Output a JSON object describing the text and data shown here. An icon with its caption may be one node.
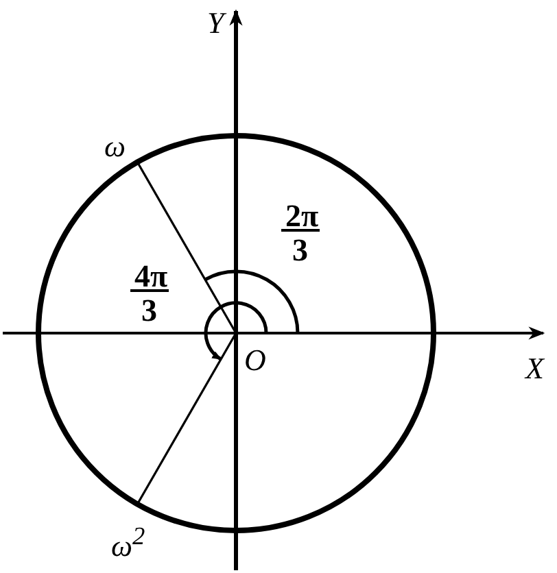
{
  "diagram": {
    "labels": [
      "Y",
      "ω",
      "2π",
      "3",
      "4π",
      "3",
      "O",
      "X",
      "ω$^{2}$"
    ]
  }
}
